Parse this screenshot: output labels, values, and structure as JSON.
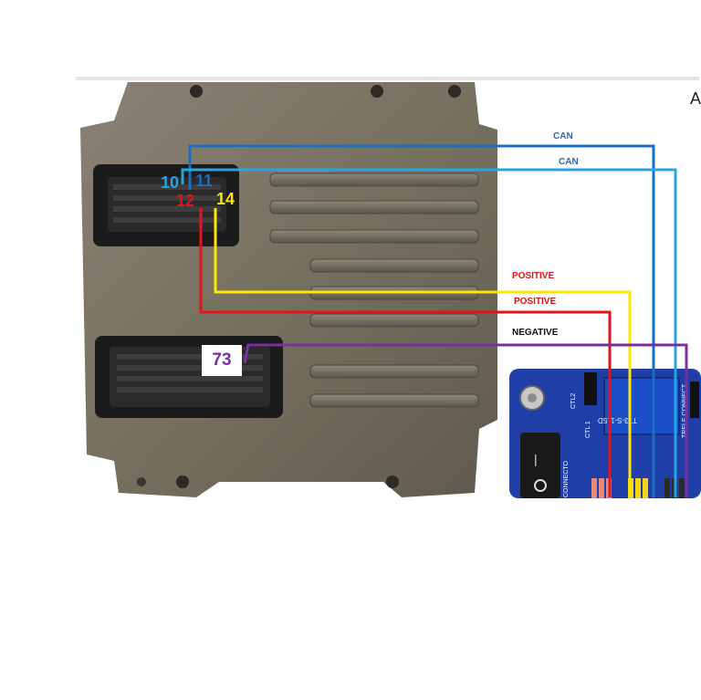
{
  "corner_letter": "A",
  "colors": {
    "can_dark": "#1a6fc2",
    "can_light": "#2aa3e0",
    "positive_red": "#e3151a",
    "positive_yellow": "#ffe600",
    "negative_purple": "#7a2fa0",
    "can_label": "#2a64c5",
    "positive_label": "#e01010",
    "negative_label": "#111111"
  },
  "pins": {
    "p10": "10",
    "p11": "11",
    "p12": "12",
    "p14": "14",
    "p73": "73"
  },
  "wire_labels": {
    "can_1": "CAN",
    "can_2": "CAN",
    "positive_1": "POSITIVE",
    "positive_2": "POSITIVE",
    "negative": "NEGATIVE"
  },
  "board": {
    "chip": "T73-S-115D",
    "side": "TRELE CONNECT",
    "ctl1": "CTL 1",
    "ctl2": "CTL2",
    "bottom": "CONNECTO"
  }
}
